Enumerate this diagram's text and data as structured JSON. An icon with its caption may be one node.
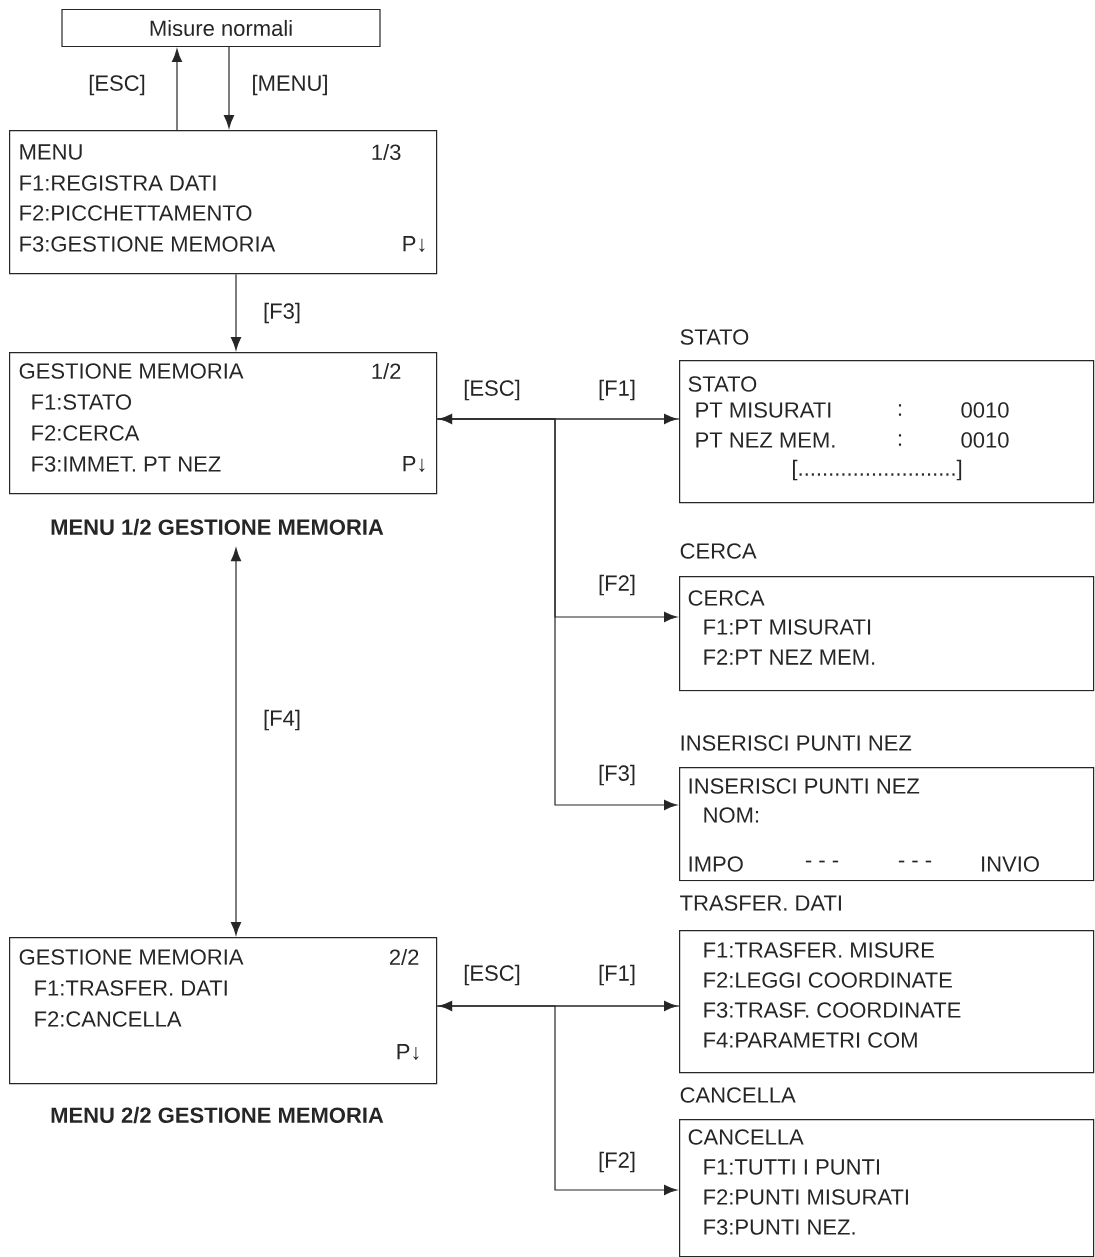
{
  "diagram": {
    "nodes": [
      {
        "text": [
          "Misure normali"
        ]
      },
      {
        "text": [
          "MENU",
          "1/3",
          "F1:REGISTRA DATI",
          "F2:PICCHETTAMENTO",
          "F3:GESTIONE MEMORIA",
          "P↓"
        ]
      },
      {
        "text": [
          "GESTIONE MEMORIA",
          "1/2",
          "F1:STATO",
          "F2:CERCA",
          "F3:IMMET. PT NEZ",
          "P↓"
        ]
      },
      {
        "text": [
          "STATO",
          "STATO",
          "PT MISURATI",
          ":",
          "0010",
          "PT NEZ MEM.",
          ":",
          "0010",
          "[..........................]"
        ]
      },
      {
        "text": [
          "CERCA",
          "CERCA",
          "F1:PT MISURATI",
          "F2:PT NEZ MEM."
        ]
      },
      {
        "text": [
          "INSERISCI PUNTI NEZ",
          "INSERISCI PUNTI NEZ",
          "NOM:",
          "IMPO",
          "- - -",
          "- - -",
          "INVIO"
        ]
      },
      {
        "text": [
          "GESTIONE MEMORIA",
          "2/2",
          "F1:TRASFER. DATI",
          "F2:CANCELLA",
          "P↓"
        ]
      },
      {
        "text": [
          "TRASFER. DATI",
          "F1:TRASFER. MISURE",
          "F2:LEGGI COORDINATE",
          "F3:TRASF. COORDINATE",
          "F4:PARAMETRI COM"
        ]
      },
      {
        "text": [
          "CANCELLA",
          "CANCELLA",
          "F1:TUTTI I PUNTI",
          "F2:PUNTI MISURATI",
          "F3:PUNTI NEZ."
        ]
      }
    ],
    "edges": [
      {
        "from": 1,
        "to": 0,
        "arrow": "to",
        "label": "[ESC]"
      },
      {
        "from": 0,
        "to": 1,
        "arrow": "to",
        "label": "[MENU]"
      },
      {
        "from": 1,
        "to": 2,
        "arrow": "to",
        "label": "[F3]"
      },
      {
        "from": 2,
        "to": 6,
        "arrow": "both",
        "label": "[F4]"
      },
      {
        "from": 2,
        "to": 3,
        "arrow": "to",
        "label": "[F1]"
      },
      {
        "from": 3,
        "to": 2,
        "arrow": "to",
        "label": "[ESC]"
      },
      {
        "from": 2,
        "to": 4,
        "arrow": "to",
        "label": "[F2]"
      },
      {
        "from": 2,
        "to": 5,
        "arrow": "to",
        "label": "[F3]"
      },
      {
        "from": 6,
        "to": 7,
        "arrow": "to",
        "label": "[F1]"
      },
      {
        "from": 7,
        "to": 6,
        "arrow": "to",
        "label": "[ESC]"
      },
      {
        "from": 6,
        "to": 8,
        "arrow": "to",
        "label": "[F2]"
      }
    ],
    "labels": [
      "MENU 1/2 GESTIONE MEMORIA",
      "MENU 2/2 GESTIONE MEMORIA"
    ]
  }
}
